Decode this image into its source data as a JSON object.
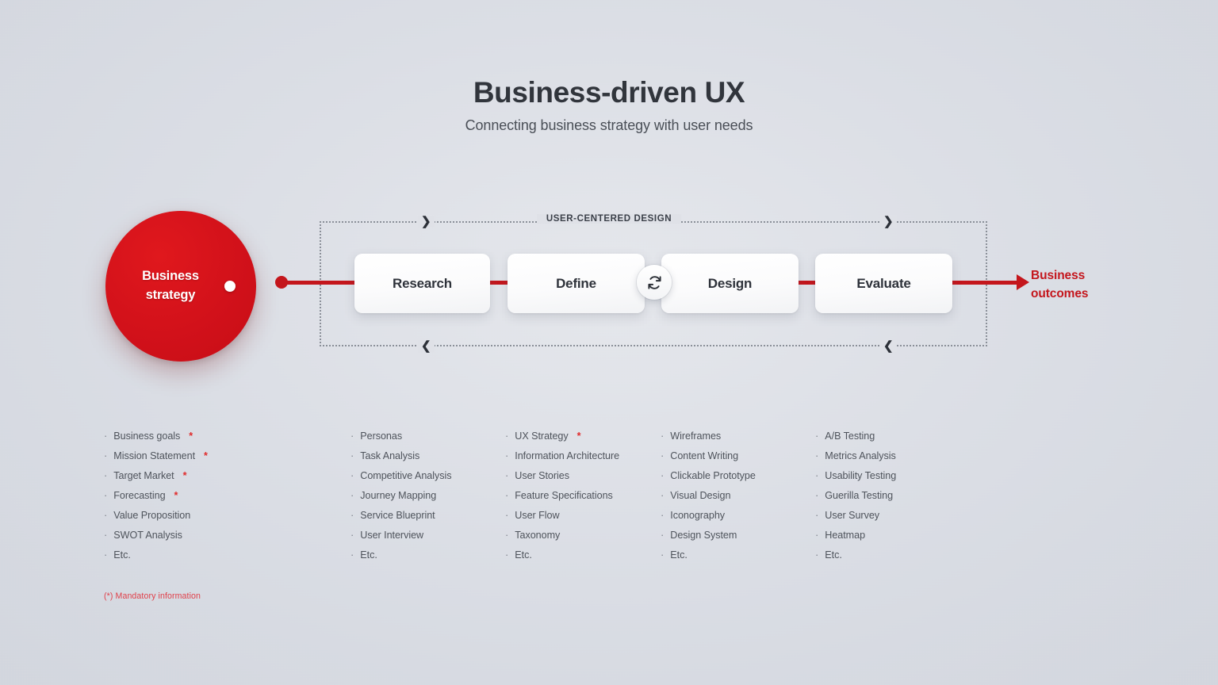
{
  "header": {
    "title": "Business-driven UX",
    "subtitle": "Connecting business strategy with user needs"
  },
  "diagram": {
    "start_node": {
      "label": "Business\nstrategy"
    },
    "frame_label": "USER-CENTERED DESIGN",
    "chevron_right": "❯",
    "chevron_left": "❮",
    "steps": [
      {
        "label": "Research"
      },
      {
        "label": "Define"
      },
      {
        "label": "Design"
      },
      {
        "label": "Evaluate"
      }
    ],
    "loop_icon": "refresh-icon",
    "end_node": {
      "label": "Business\noutcomes"
    }
  },
  "columns": [
    {
      "name": "business-strategy-items",
      "items": [
        {
          "label": "Business goals",
          "mandatory": true
        },
        {
          "label": "Mission Statement",
          "mandatory": true
        },
        {
          "label": "Target Market",
          "mandatory": true
        },
        {
          "label": "Forecasting",
          "mandatory": true
        },
        {
          "label": "Value Proposition",
          "mandatory": false
        },
        {
          "label": "SWOT Analysis",
          "mandatory": false
        },
        {
          "label": "Etc.",
          "mandatory": false
        }
      ]
    },
    {
      "name": "research-items",
      "items": [
        {
          "label": "Personas",
          "mandatory": false
        },
        {
          "label": "Task Analysis",
          "mandatory": false
        },
        {
          "label": "Competitive Analysis",
          "mandatory": false
        },
        {
          "label": "Journey Mapping",
          "mandatory": false
        },
        {
          "label": "Service Blueprint",
          "mandatory": false
        },
        {
          "label": "User Interview",
          "mandatory": false
        },
        {
          "label": "Etc.",
          "mandatory": false
        }
      ]
    },
    {
      "name": "define-items",
      "items": [
        {
          "label": "UX Strategy",
          "mandatory": true
        },
        {
          "label": "Information Architecture",
          "mandatory": false
        },
        {
          "label": "User Stories",
          "mandatory": false
        },
        {
          "label": "Feature Specifications",
          "mandatory": false
        },
        {
          "label": "User Flow",
          "mandatory": false
        },
        {
          "label": "Taxonomy",
          "mandatory": false
        },
        {
          "label": "Etc.",
          "mandatory": false
        }
      ]
    },
    {
      "name": "design-items",
      "items": [
        {
          "label": "Wireframes",
          "mandatory": false
        },
        {
          "label": "Content Writing",
          "mandatory": false
        },
        {
          "label": "Clickable Prototype",
          "mandatory": false
        },
        {
          "label": "Visual Design",
          "mandatory": false
        },
        {
          "label": "Iconography",
          "mandatory": false
        },
        {
          "label": "Design System",
          "mandatory": false
        },
        {
          "label": "Etc.",
          "mandatory": false
        }
      ]
    },
    {
      "name": "evaluate-items",
      "items": [
        {
          "label": "A/B Testing",
          "mandatory": false
        },
        {
          "label": "Metrics Analysis",
          "mandatory": false
        },
        {
          "label": "Usability Testing",
          "mandatory": false
        },
        {
          "label": "Guerilla Testing",
          "mandatory": false
        },
        {
          "label": "User Survey",
          "mandatory": false
        },
        {
          "label": "Heatmap",
          "mandatory": false
        },
        {
          "label": "Etc.",
          "mandatory": false
        }
      ]
    }
  ],
  "bullet_glyph": "·",
  "mandatory_glyph": "*",
  "footnote": "(*) Mandatory information",
  "colors": {
    "brand_red": "#c4161c",
    "circle_red": "#d2111a",
    "star_red": "#e02b2b",
    "text_dark": "#2e323a",
    "text_muted": "#4e535b",
    "background": "#dcdfe6"
  }
}
